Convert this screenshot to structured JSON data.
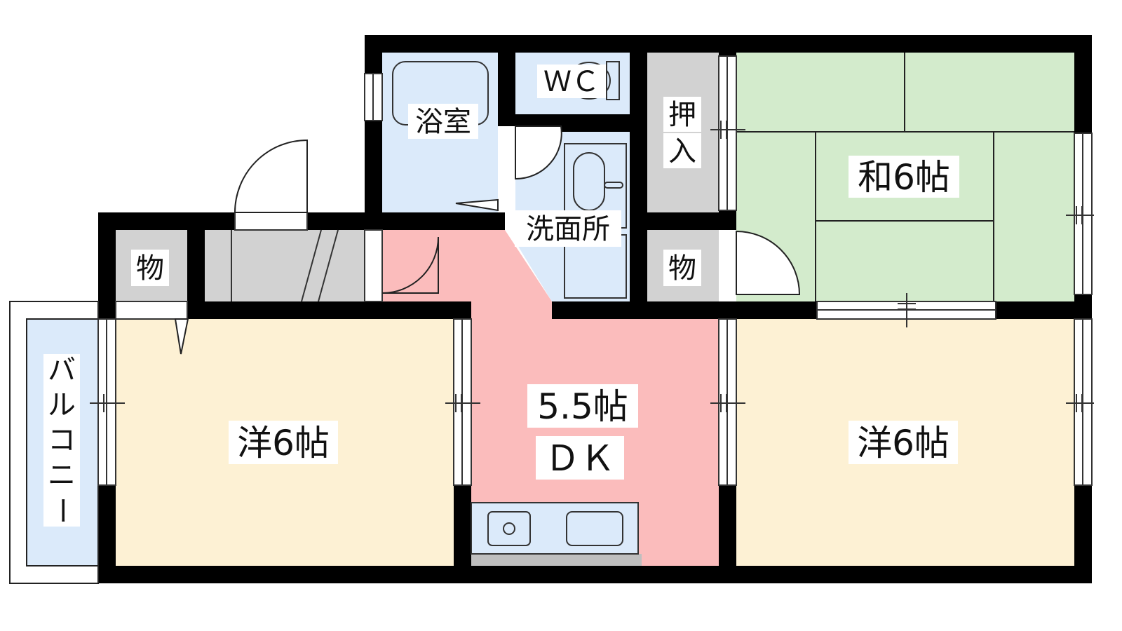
{
  "colors": {
    "wall": "#000000",
    "dk": "#fbbcbc",
    "wet": "#dbeafa",
    "washitsu": "#d3ebcc",
    "youshitsu": "#fdf1d4",
    "storage": "#d2d2d2",
    "balcony": "#dbeafa",
    "fixture_gray": "#bfbfbf"
  },
  "rooms": {
    "bath": "浴室",
    "wc": "ＷＣ",
    "senmenjo": "洗面所",
    "oshiire_1": "押",
    "oshiire_2": "入",
    "washitsu": "和6帖",
    "mono_left": "物",
    "mono_right": "物",
    "balcony": [
      "バ",
      "ル",
      "コ",
      "ニ",
      "ー"
    ],
    "youshitsu_left": "洋6帖",
    "dk_size": "5.5帖",
    "dk_name": "ＤＫ",
    "youshitsu_right": "洋6帖"
  }
}
